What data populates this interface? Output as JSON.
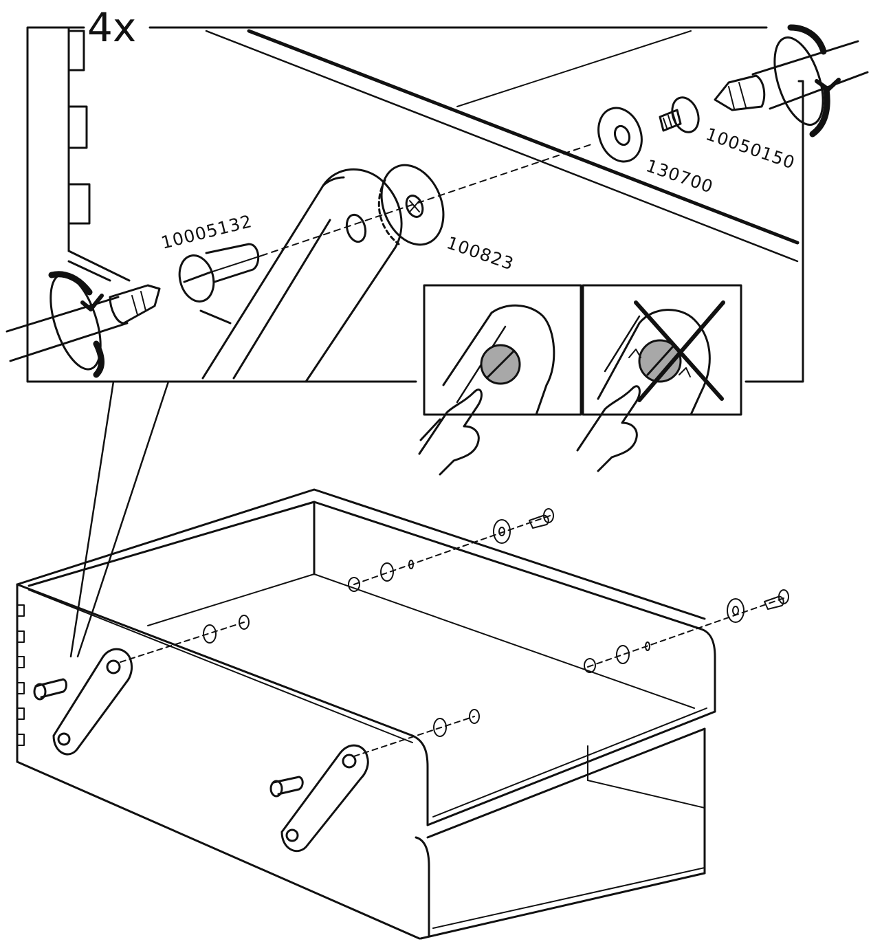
{
  "step": {
    "quantity": "4x"
  },
  "parts": {
    "pin": "10005132",
    "bushing": "100823",
    "washer": "130700",
    "screw": "10050150"
  },
  "colors": {
    "ink": "#111111",
    "paper": "#ffffff",
    "fill_grey": "#a8a8a8"
  },
  "icons": {
    "screwdriver_left": "flathead-screwdriver-icon",
    "screwdriver_right": "phillips-screwdriver-icon",
    "rotate_left": "rotate-clockwise-icon",
    "rotate_right": "rotate-clockwise-icon",
    "correct": "hand-touching-screw-icon",
    "incorrect": "crossed-out-icon"
  }
}
